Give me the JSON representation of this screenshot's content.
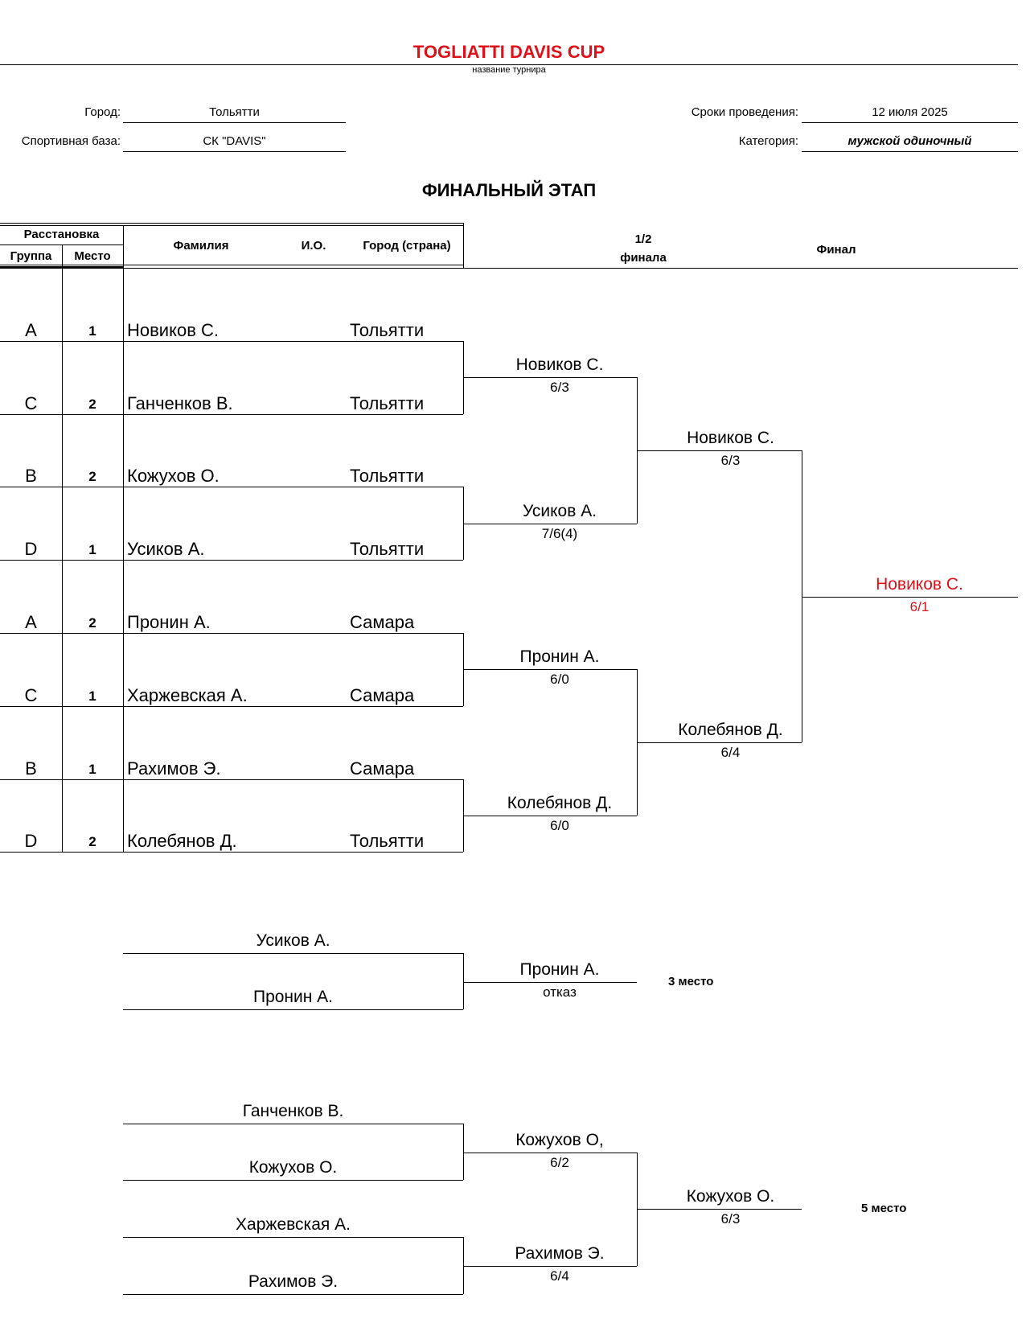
{
  "header": {
    "title": "TOGLIATTI DAVIS CUP",
    "subtitle": "название турнира",
    "city_label": "Город:",
    "city": "Тольятти",
    "venue_label": "Спортивная база:",
    "venue": "СК \"DAVIS\"",
    "dates_label": "Сроки проведения:",
    "dates": "12 июля 2025",
    "category_label": "Категория:",
    "category": "мужской одиночный",
    "stage": "ФИНАЛЬНЫЙ ЭТАП"
  },
  "table_headers": {
    "seeding": "Расстановка",
    "group": "Группа",
    "place": "Место",
    "surname": "Фамилия",
    "initials": "И.О.",
    "city": "Город (страна)",
    "semifinal_1": "1/2",
    "semifinal_2": "финала",
    "final": "Финал"
  },
  "players": [
    {
      "group": "A",
      "place": "1",
      "name": "Новиков С.",
      "city": "Тольятти"
    },
    {
      "group": "C",
      "place": "2",
      "name": "Ганченков В.",
      "city": "Тольятти"
    },
    {
      "group": "B",
      "place": "2",
      "name": "Кожухов О.",
      "city": "Тольятти"
    },
    {
      "group": "D",
      "place": "1",
      "name": "Усиков А.",
      "city": "Тольятти"
    },
    {
      "group": "A",
      "place": "2",
      "name": "Пронин А.",
      "city": "Самара"
    },
    {
      "group": "C",
      "place": "1",
      "name": "Харжевская А.",
      "city": "Самара"
    },
    {
      "group": "B",
      "place": "1",
      "name": "Рахимов Э.",
      "city": "Самара"
    },
    {
      "group": "D",
      "place": "2",
      "name": "Колебянов Д.",
      "city": "Тольятти"
    }
  ],
  "round1": [
    {
      "winner": "Новиков С.",
      "score": "6/3"
    },
    {
      "winner": "Усиков А.",
      "score": "7/6(4)"
    },
    {
      "winner": "Пронин А.",
      "score": "6/0"
    },
    {
      "winner": "Колебянов Д.",
      "score": "6/0"
    }
  ],
  "round2": [
    {
      "winner": "Новиков С.",
      "score": "6/3"
    },
    {
      "winner": "Колебянов Д.",
      "score": "6/4"
    }
  ],
  "final": {
    "winner": "Новиков С.",
    "score": "6/1"
  },
  "third_place": {
    "players": [
      "Усиков А.",
      "Пронин А."
    ],
    "winner": "Пронин А.",
    "score": "отказ",
    "label": "3 место"
  },
  "fifth_place": {
    "players": [
      "Ганченков В.",
      "Кожухов О.",
      "Харжевская А.",
      "Рахимов Э."
    ],
    "round1": [
      {
        "winner": "Кожухов О,",
        "score": "6/2"
      },
      {
        "winner": "Рахимов Э.",
        "score": "6/4"
      }
    ],
    "winner": "Кожухов О.",
    "score": "6/3",
    "label": "5 место"
  },
  "colors": {
    "accent": "#e0101a"
  }
}
